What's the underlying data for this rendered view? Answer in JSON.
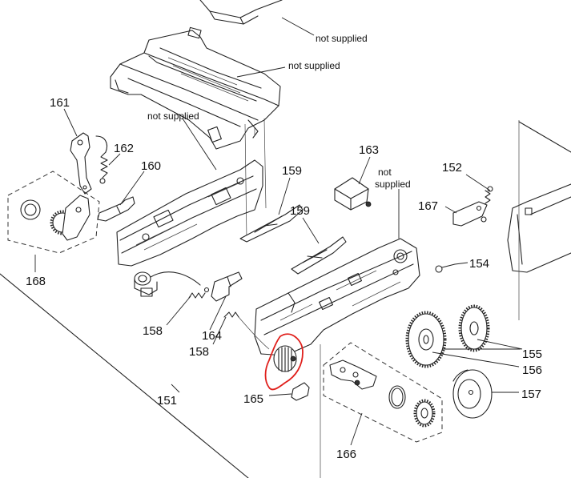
{
  "colors": {
    "highlight": "#e0201c",
    "line": "#222222",
    "background": "#ffffff"
  },
  "notes": {
    "n1": "not supplied",
    "n2": "not supplied",
    "n3": "not supplied",
    "n4": "not\nsupplied"
  },
  "labels": {
    "p151": "151",
    "p152": "152",
    "p154": "154",
    "p155": "155",
    "p156": "156",
    "p157": "157",
    "p158a": "158",
    "p158b": "158",
    "p159a": "159",
    "p159b": "159",
    "p160": "160",
    "p161": "161",
    "p162": "162",
    "p163": "163",
    "p164": "164",
    "p165": "165",
    "p166": "166",
    "p167": "167",
    "p168": "168"
  }
}
